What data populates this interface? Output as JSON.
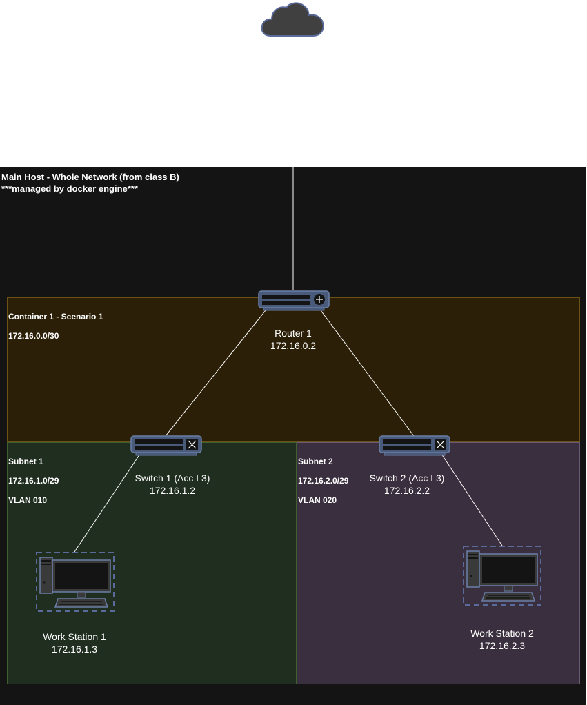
{
  "colors": {
    "host_bg": "#141414",
    "container_bg": "#2b1f07",
    "subnet1_bg": "#1f2e1f",
    "subnet2_bg": "#3a2f3e",
    "device_body": "#4a5a7a",
    "cloud": "#404040",
    "link": "#ffffff"
  },
  "host": {
    "title": "Main Host - Whole Network (from class B)",
    "subtitle": "***managed by docker engine***"
  },
  "container": {
    "title": "Container 1 - Scenario 1",
    "subnet": "172.16.0.0/30"
  },
  "subnet1": {
    "title": "Subnet 1",
    "network": "172.16.1.0/29",
    "vlan": "VLAN 010"
  },
  "subnet2": {
    "title": "Subnet 2",
    "network": "172.16.2.0/29",
    "vlan": "VLAN 020"
  },
  "router1": {
    "name": "Router 1",
    "ip": "172.16.0.2"
  },
  "switch1": {
    "name": "Switch 1 (Acc L3)",
    "ip": "172.16.1.2"
  },
  "switch2": {
    "name": "Switch 2 (Acc L3)",
    "ip": "172.16.2.2"
  },
  "ws1": {
    "name": "Work Station 1",
    "ip": "172.16.1.3"
  },
  "ws2": {
    "name": "Work Station 2",
    "ip": "172.16.2.3"
  },
  "icons": [
    "cloud-icon",
    "router-icon",
    "switch-icon",
    "workstation-icon"
  ]
}
